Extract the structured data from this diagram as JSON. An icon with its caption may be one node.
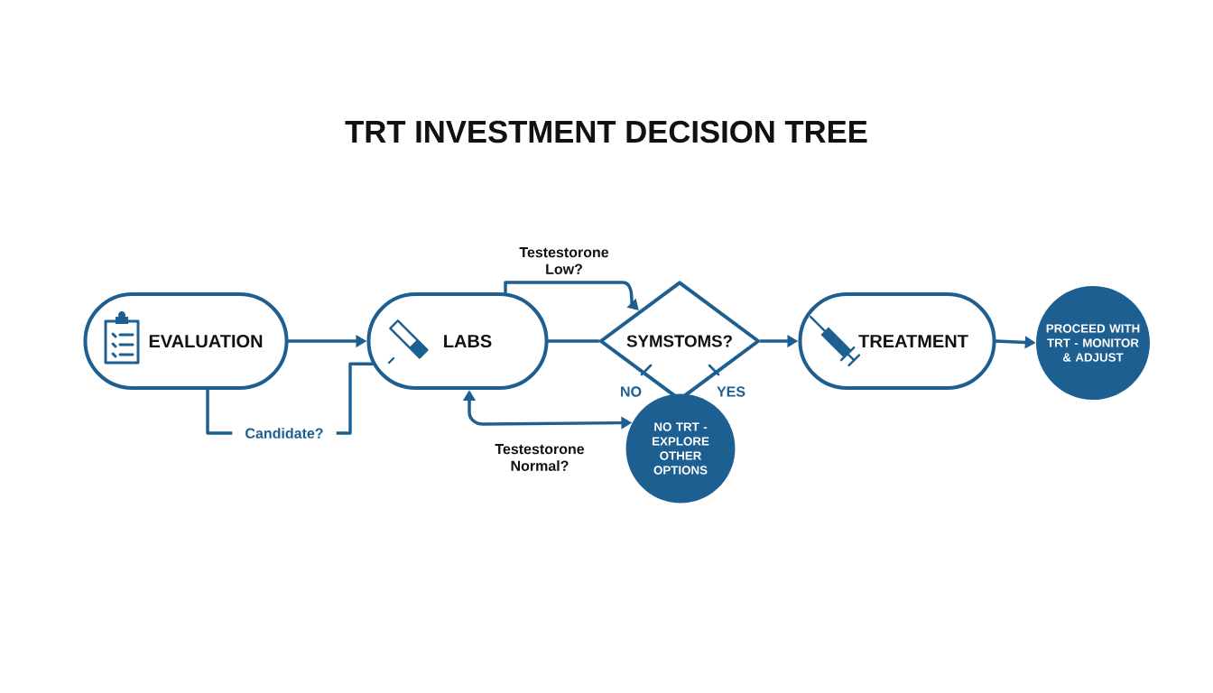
{
  "diagram": {
    "title": "TRT INVESTMENT DECISION TREE",
    "nodes": [
      {
        "text": [
          "EVALUATION"
        ]
      },
      {
        "text": [
          "LABS"
        ]
      },
      {
        "text": [
          "SYMSTOMS?"
        ]
      },
      {
        "text": [
          "TREATMENT"
        ]
      },
      {
        "text": [
          "PROCEED WITH TRT - MONITOR & ADJUST"
        ]
      },
      {
        "text": [
          "NO TRT - EXPLORE OTHER OPTIONS"
        ]
      }
    ],
    "edges": [
      {
        "from": 0,
        "to": 1,
        "arrow": "to"
      },
      {
        "from": 0,
        "to": 1,
        "arrow": "none",
        "label": "Candidate?"
      },
      {
        "from": 1,
        "to": 2,
        "arrow": "none"
      },
      {
        "from": 1,
        "to": 2,
        "arrow": "to",
        "label": "Testestorone Low?"
      },
      {
        "from": 2,
        "to": 3,
        "arrow": "to"
      },
      {
        "from": 3,
        "to": 4,
        "arrow": "to"
      },
      {
        "from": 5,
        "to": 1,
        "arrow": "both",
        "label": "Testestorone Normal?"
      }
    ],
    "labels": [
      "NO",
      "YES"
    ]
  }
}
